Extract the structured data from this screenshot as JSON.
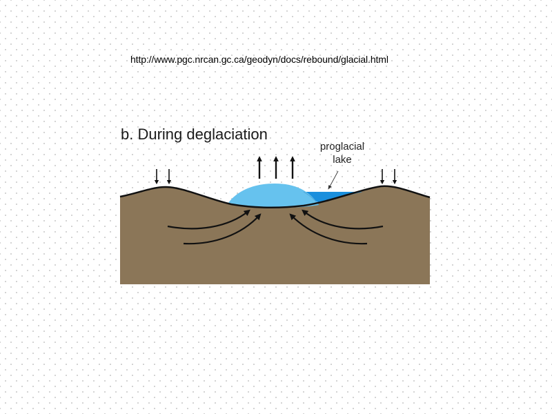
{
  "header": {
    "source_url": "http://www.pgc.nrcan.gc.ca/geodyn/docs/rebound/glacial.html"
  },
  "diagram": {
    "title": "b. During deglaciation",
    "labels": {
      "lake_line1": "proglacial",
      "lake_line2": "lake"
    },
    "elements": [
      {
        "name": "ground",
        "icon": "earth-crust-cross-section"
      },
      {
        "name": "ice-sheet",
        "icon": "ice-dome"
      },
      {
        "name": "proglacial-lake",
        "icon": "water-body"
      },
      {
        "name": "uplift-arrows",
        "count": 3,
        "direction": "up"
      },
      {
        "name": "subsidence-arrows-left",
        "count": 2,
        "direction": "down"
      },
      {
        "name": "subsidence-arrows-right",
        "count": 2,
        "direction": "down"
      },
      {
        "name": "mantle-flow-arrows",
        "count": 4,
        "direction": "inward-toward-center"
      }
    ],
    "colors": {
      "ground": "#8b7658",
      "ice": "#66c2ee",
      "lake": "#1a8fdd",
      "outline": "#111111",
      "background": "#ffffff",
      "dot_pattern": "#c4c4c4"
    }
  }
}
